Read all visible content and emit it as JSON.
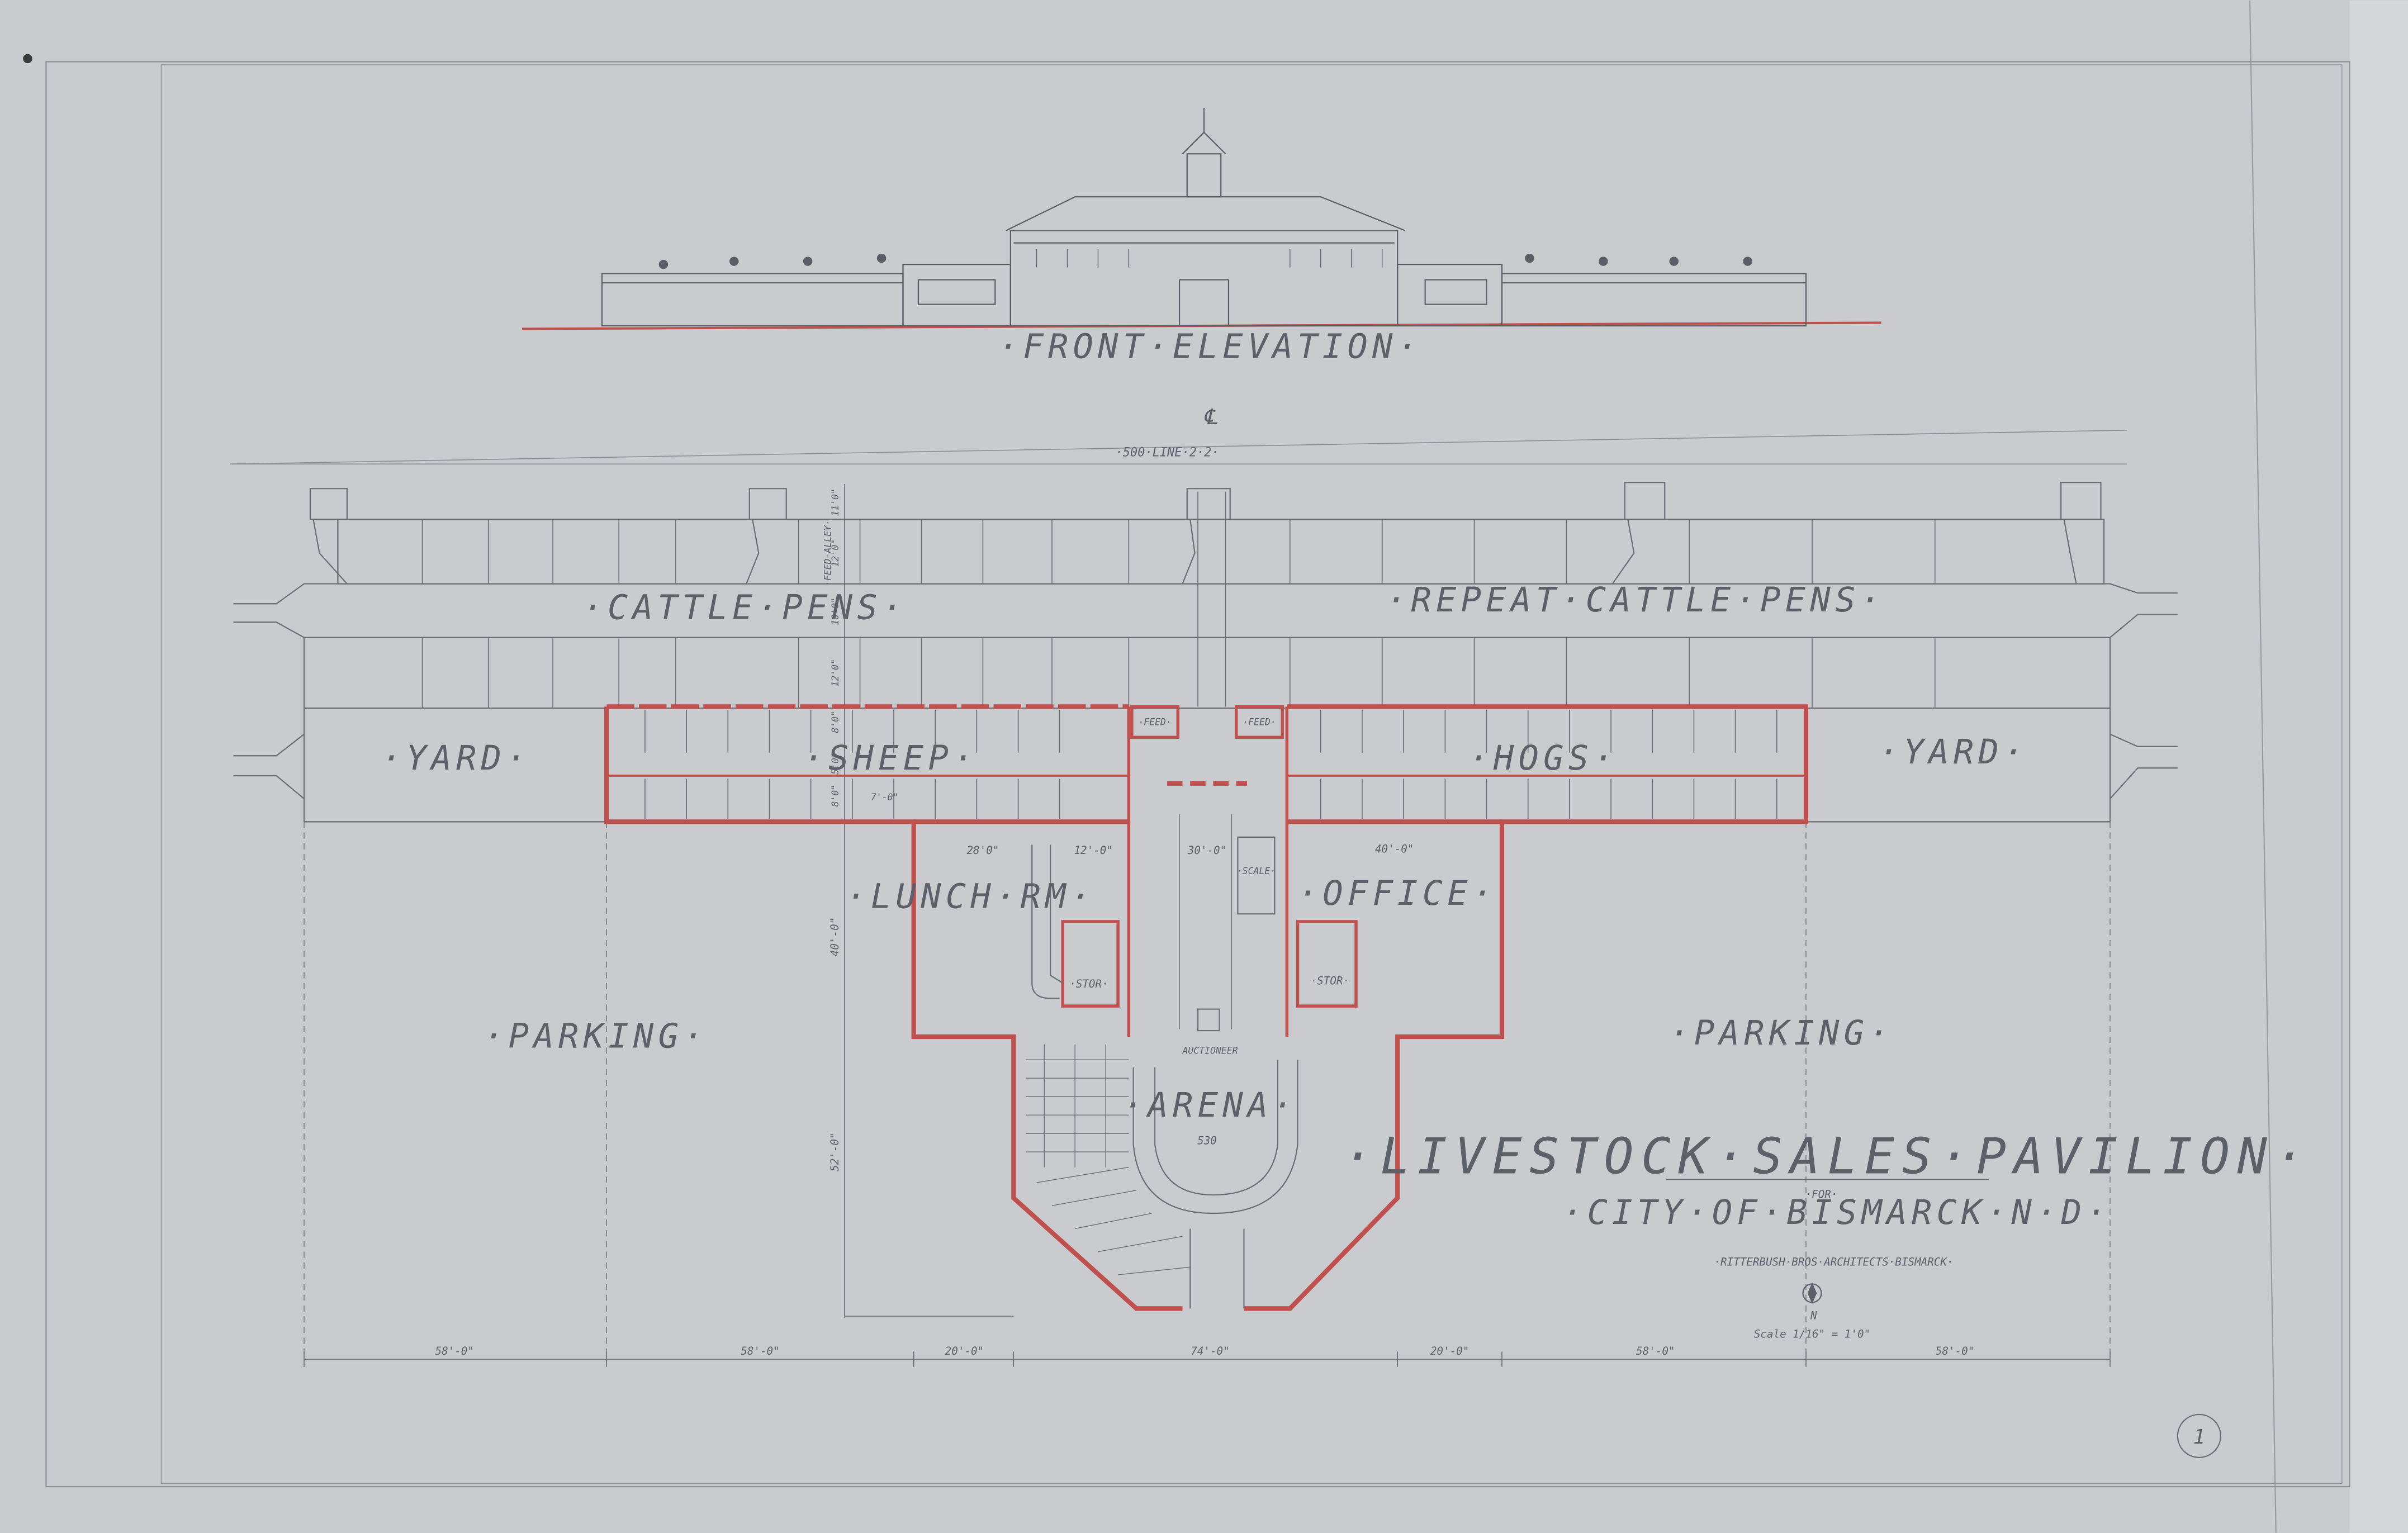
{
  "sheet": {
    "elevation_title": "·FRONT·ELEVATION·",
    "centerline_mark": "℄",
    "line_label": "·500·LINE·2·2·",
    "title_block": {
      "project": "·LIVESTOCK·SALES·PAVILION·",
      "for": "·FOR·",
      "client": "·CITY·OF·BISMARCK·N·D·",
      "architects": "·RITTERBUSH·BROS·ARCHITECTS·BISMARCK·",
      "north": "N",
      "scale": "Scale 1/16\" = 1'0\""
    },
    "sheet_number": "1"
  },
  "rooms": {
    "cattle_pens": "·CATTLE·PENS·",
    "repeat_cattle_pens": "·REPEAT·CATTLE·PENS·",
    "yard_left": "·YARD·",
    "yard_right": "·YARD·",
    "sheep": "·SHEEP·",
    "hogs": "·HOGS·",
    "feed_left": "·FEED·",
    "feed_right": "·FEED·",
    "lunch_rm": "·LUNCH·RM·",
    "office": "·OFFICE·",
    "stor_left": "·STOR·",
    "stor_right": "·STOR·",
    "scale": "·SCALE·",
    "auctioneer": "AUCTIONEER",
    "arena": "·ARENA·",
    "seats": "530",
    "parking_left": "·PARKING·",
    "parking_right": "·PARKING·",
    "feed_alley": "·FEED·ALLEY·"
  },
  "dimensions": {
    "bottom": [
      "58'-0\"",
      "58'-0\"",
      "20'-0\"",
      "74'-0\"",
      "20'-0\"",
      "58'-0\"",
      "58'-0\""
    ],
    "vertical_top": [
      "11'0\"",
      "12'0\"",
      "10'0\"",
      "12'0\"",
      "8'0\"",
      "5'0\"",
      "8'0\""
    ],
    "vertical_left": [
      "40'-0\"",
      "52'-0\""
    ],
    "lunch_width": "28'0\"",
    "stor_width": "12'-0\"",
    "arena_width": "30'-0\"",
    "office_width": "40'-0\"",
    "pen_width": "7'-0\""
  }
}
